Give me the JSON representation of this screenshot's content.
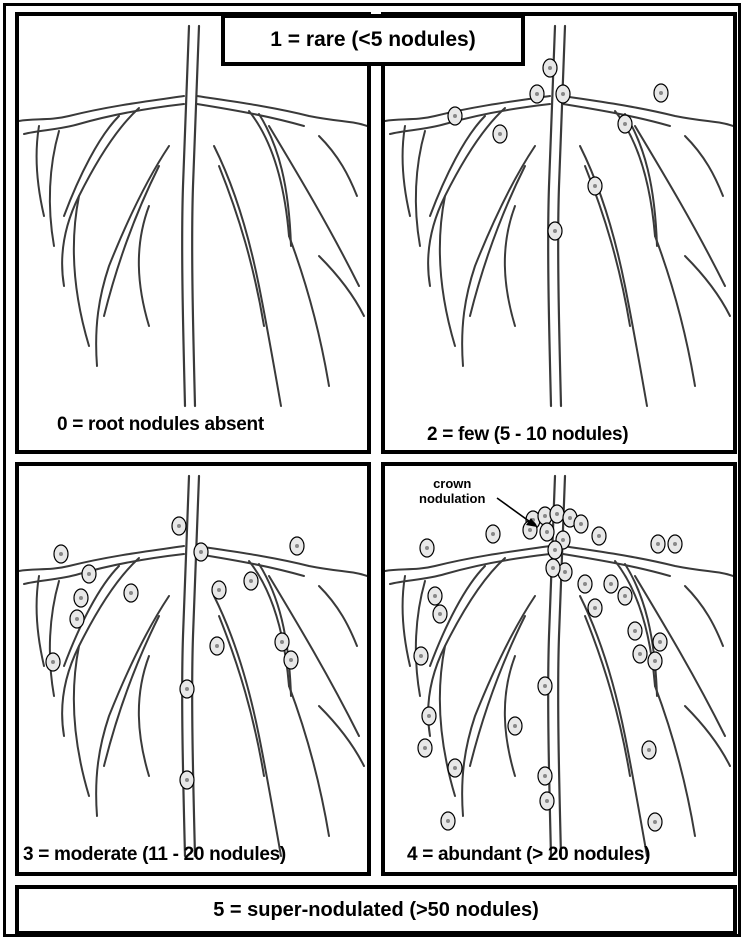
{
  "scale": {
    "top_box": "1 = rare (<5 nodules)",
    "bottom_box": "5 = super-nodulated (>50 nodules)"
  },
  "panels": {
    "p0": {
      "label": "0 = root nodules absent"
    },
    "p2": {
      "label": "2 = few (5 - 10 nodules)"
    },
    "p3": {
      "label": "3 = moderate (11 - 20 nodules)"
    },
    "p4": {
      "label": "4 = abundant (> 20 nodules)"
    }
  },
  "annotation": {
    "line1": "crown",
    "line2": "nodulation"
  },
  "colors": {
    "stroke": "#000000",
    "root": "#3a3a3a",
    "nodule_fill": "#e8e8e8"
  }
}
